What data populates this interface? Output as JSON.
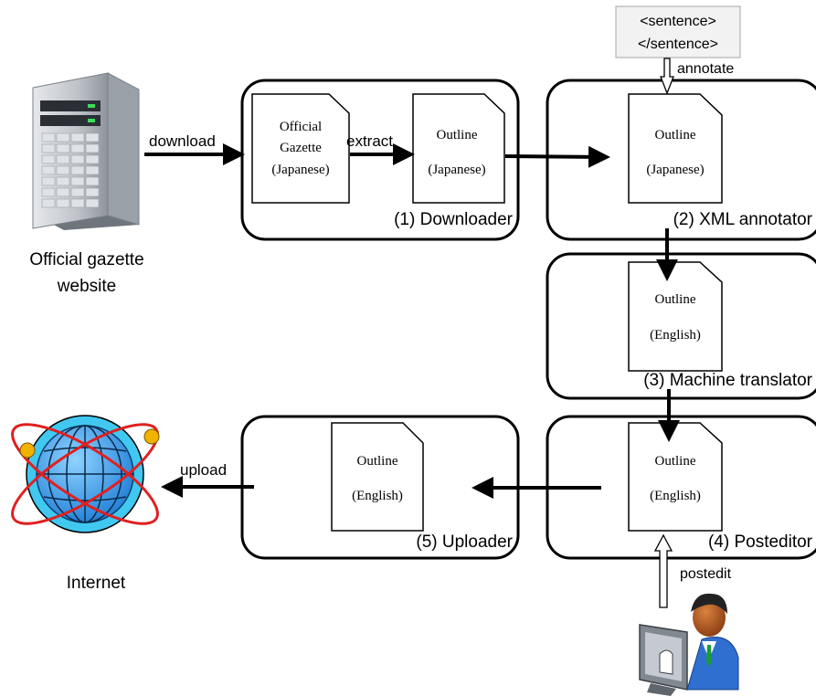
{
  "nodes": {
    "server": {
      "label_line1": "Official gazette",
      "label_line2": "website"
    },
    "internet": {
      "label": "Internet"
    },
    "downloader": {
      "title": "(1) Downloader",
      "doc_a": [
        "Official",
        "Gazette",
        "(Japanese)"
      ],
      "doc_b": [
        "Outline",
        "(Japanese)"
      ]
    },
    "annotator": {
      "title": "(2) XML annotator",
      "doc": [
        "Outline",
        "(Japanese)"
      ]
    },
    "translator": {
      "title": "(3) Machine translator",
      "doc": [
        "Outline",
        "(English)"
      ]
    },
    "posteditor": {
      "title": "(4) Posteditor",
      "doc": [
        "Outline",
        "(English)"
      ]
    },
    "uploader": {
      "title": "(5) Uploader",
      "doc": [
        "Outline",
        "(English)"
      ]
    },
    "xml_tag": [
      "<sentence>",
      "</sentence>"
    ]
  },
  "edges": {
    "download": "download",
    "extract": "extract",
    "annotate": "annotate",
    "upload": "upload",
    "postedit": "postedit"
  },
  "colors": {
    "stroke": "#000000",
    "tag_fill": "#f2f2f2",
    "tag_stroke": "#a6a6a6",
    "globe_ocean": "#3aa0e8",
    "globe_rim": "#41c8f0",
    "orbit": "#e02020",
    "planet": "#f2b200",
    "server_body": "#c9ccd1",
    "person_shirt": "#2f6fd0",
    "person_skin": "#a8501e"
  }
}
